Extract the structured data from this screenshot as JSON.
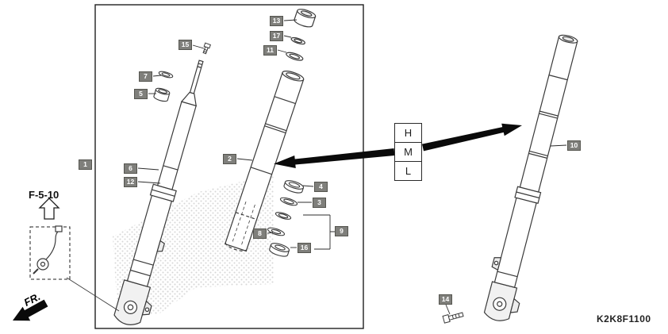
{
  "labels": {
    "l1": "1",
    "l2": "2",
    "l3": "3",
    "l4": "4",
    "l5": "5",
    "l6": "6",
    "l7": "7",
    "l8": "8",
    "l9": "9",
    "l10": "10",
    "l11": "11",
    "l12": "12",
    "l13": "13",
    "l14": "14",
    "l15": "15",
    "l16": "16",
    "l17": "17"
  },
  "size_markers": {
    "h": "H",
    "m": "M",
    "l": "L"
  },
  "section_ref": "F-5-10",
  "direction_label": "FR.",
  "diagram_code": "K2K8F1100",
  "colors": {
    "line": "#3a3a3a",
    "label_bg": "#7f7f7b",
    "label_text": "#ffffff"
  }
}
